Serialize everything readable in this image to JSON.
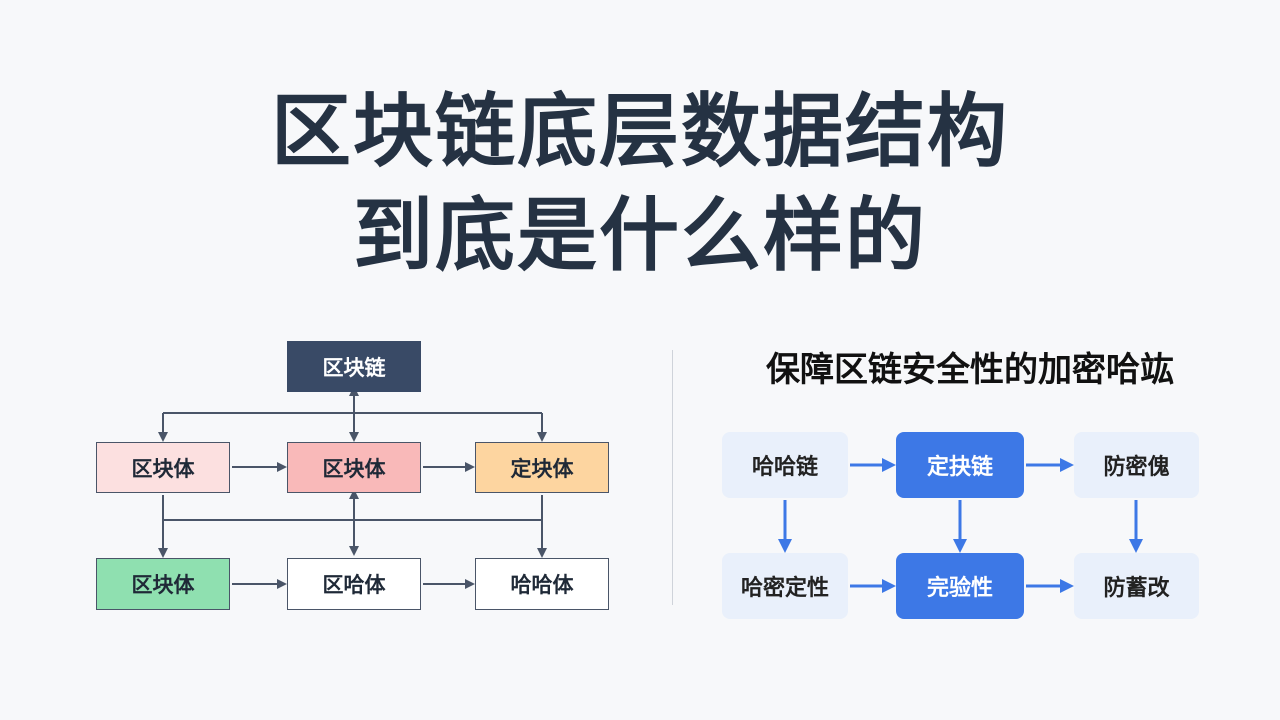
{
  "title": {
    "line1": "区块链底层数据结构",
    "line2": "到底是什么样的"
  },
  "left_diagram": {
    "top": "区块链",
    "row1": [
      "区块体",
      "区块体",
      "定块体"
    ],
    "row2": [
      "区块体",
      "区哈体",
      "哈哈体"
    ],
    "colors": {
      "top": "#394a66",
      "pink_light": "#fce0e0",
      "pink": "#f9b9b9",
      "orange": "#fdd5a0",
      "green": "#8fe0b0",
      "line": "#4a5568"
    }
  },
  "right_diagram": {
    "title": "保障区链安全性的加密哈竑",
    "row1": [
      "哈哈链",
      "定抉链",
      "防密傀"
    ],
    "row2": [
      "哈密定性",
      "完验性",
      "防蓄改"
    ],
    "colors": {
      "blue": "#3d78e6",
      "light": "#e9f0fb"
    }
  }
}
